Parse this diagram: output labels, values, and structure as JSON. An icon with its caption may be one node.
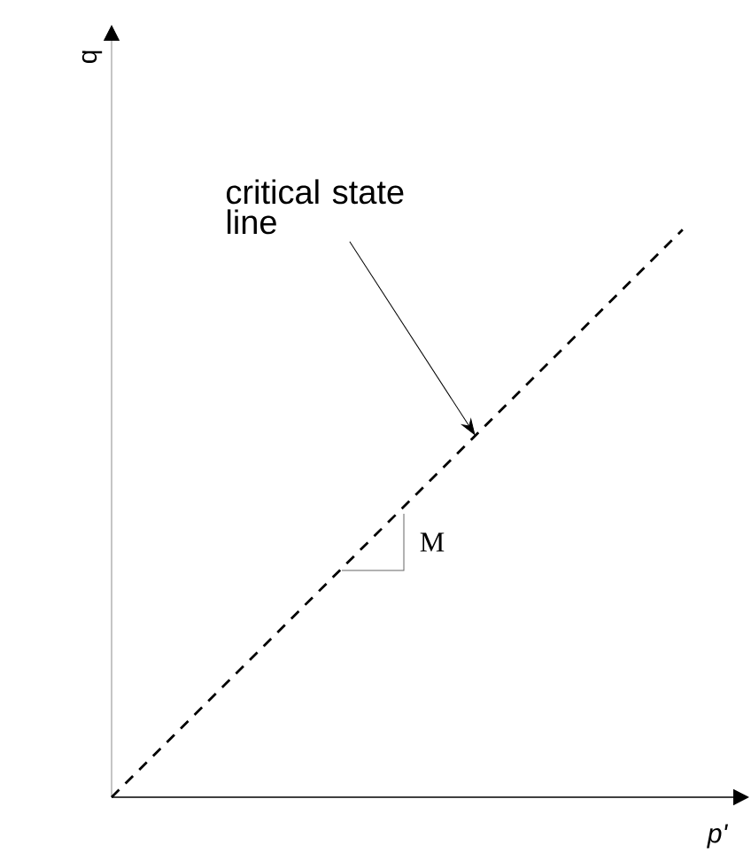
{
  "diagram": {
    "nodes": [
      {
        "text": [
          "critical state line"
        ]
      },
      {
        "text": [],
        "shape": "line"
      }
    ],
    "edges": [
      {
        "from": 0,
        "to": 1,
        "arrow": "to"
      }
    ],
    "labels": [
      "q",
      "p'",
      "M"
    ]
  }
}
